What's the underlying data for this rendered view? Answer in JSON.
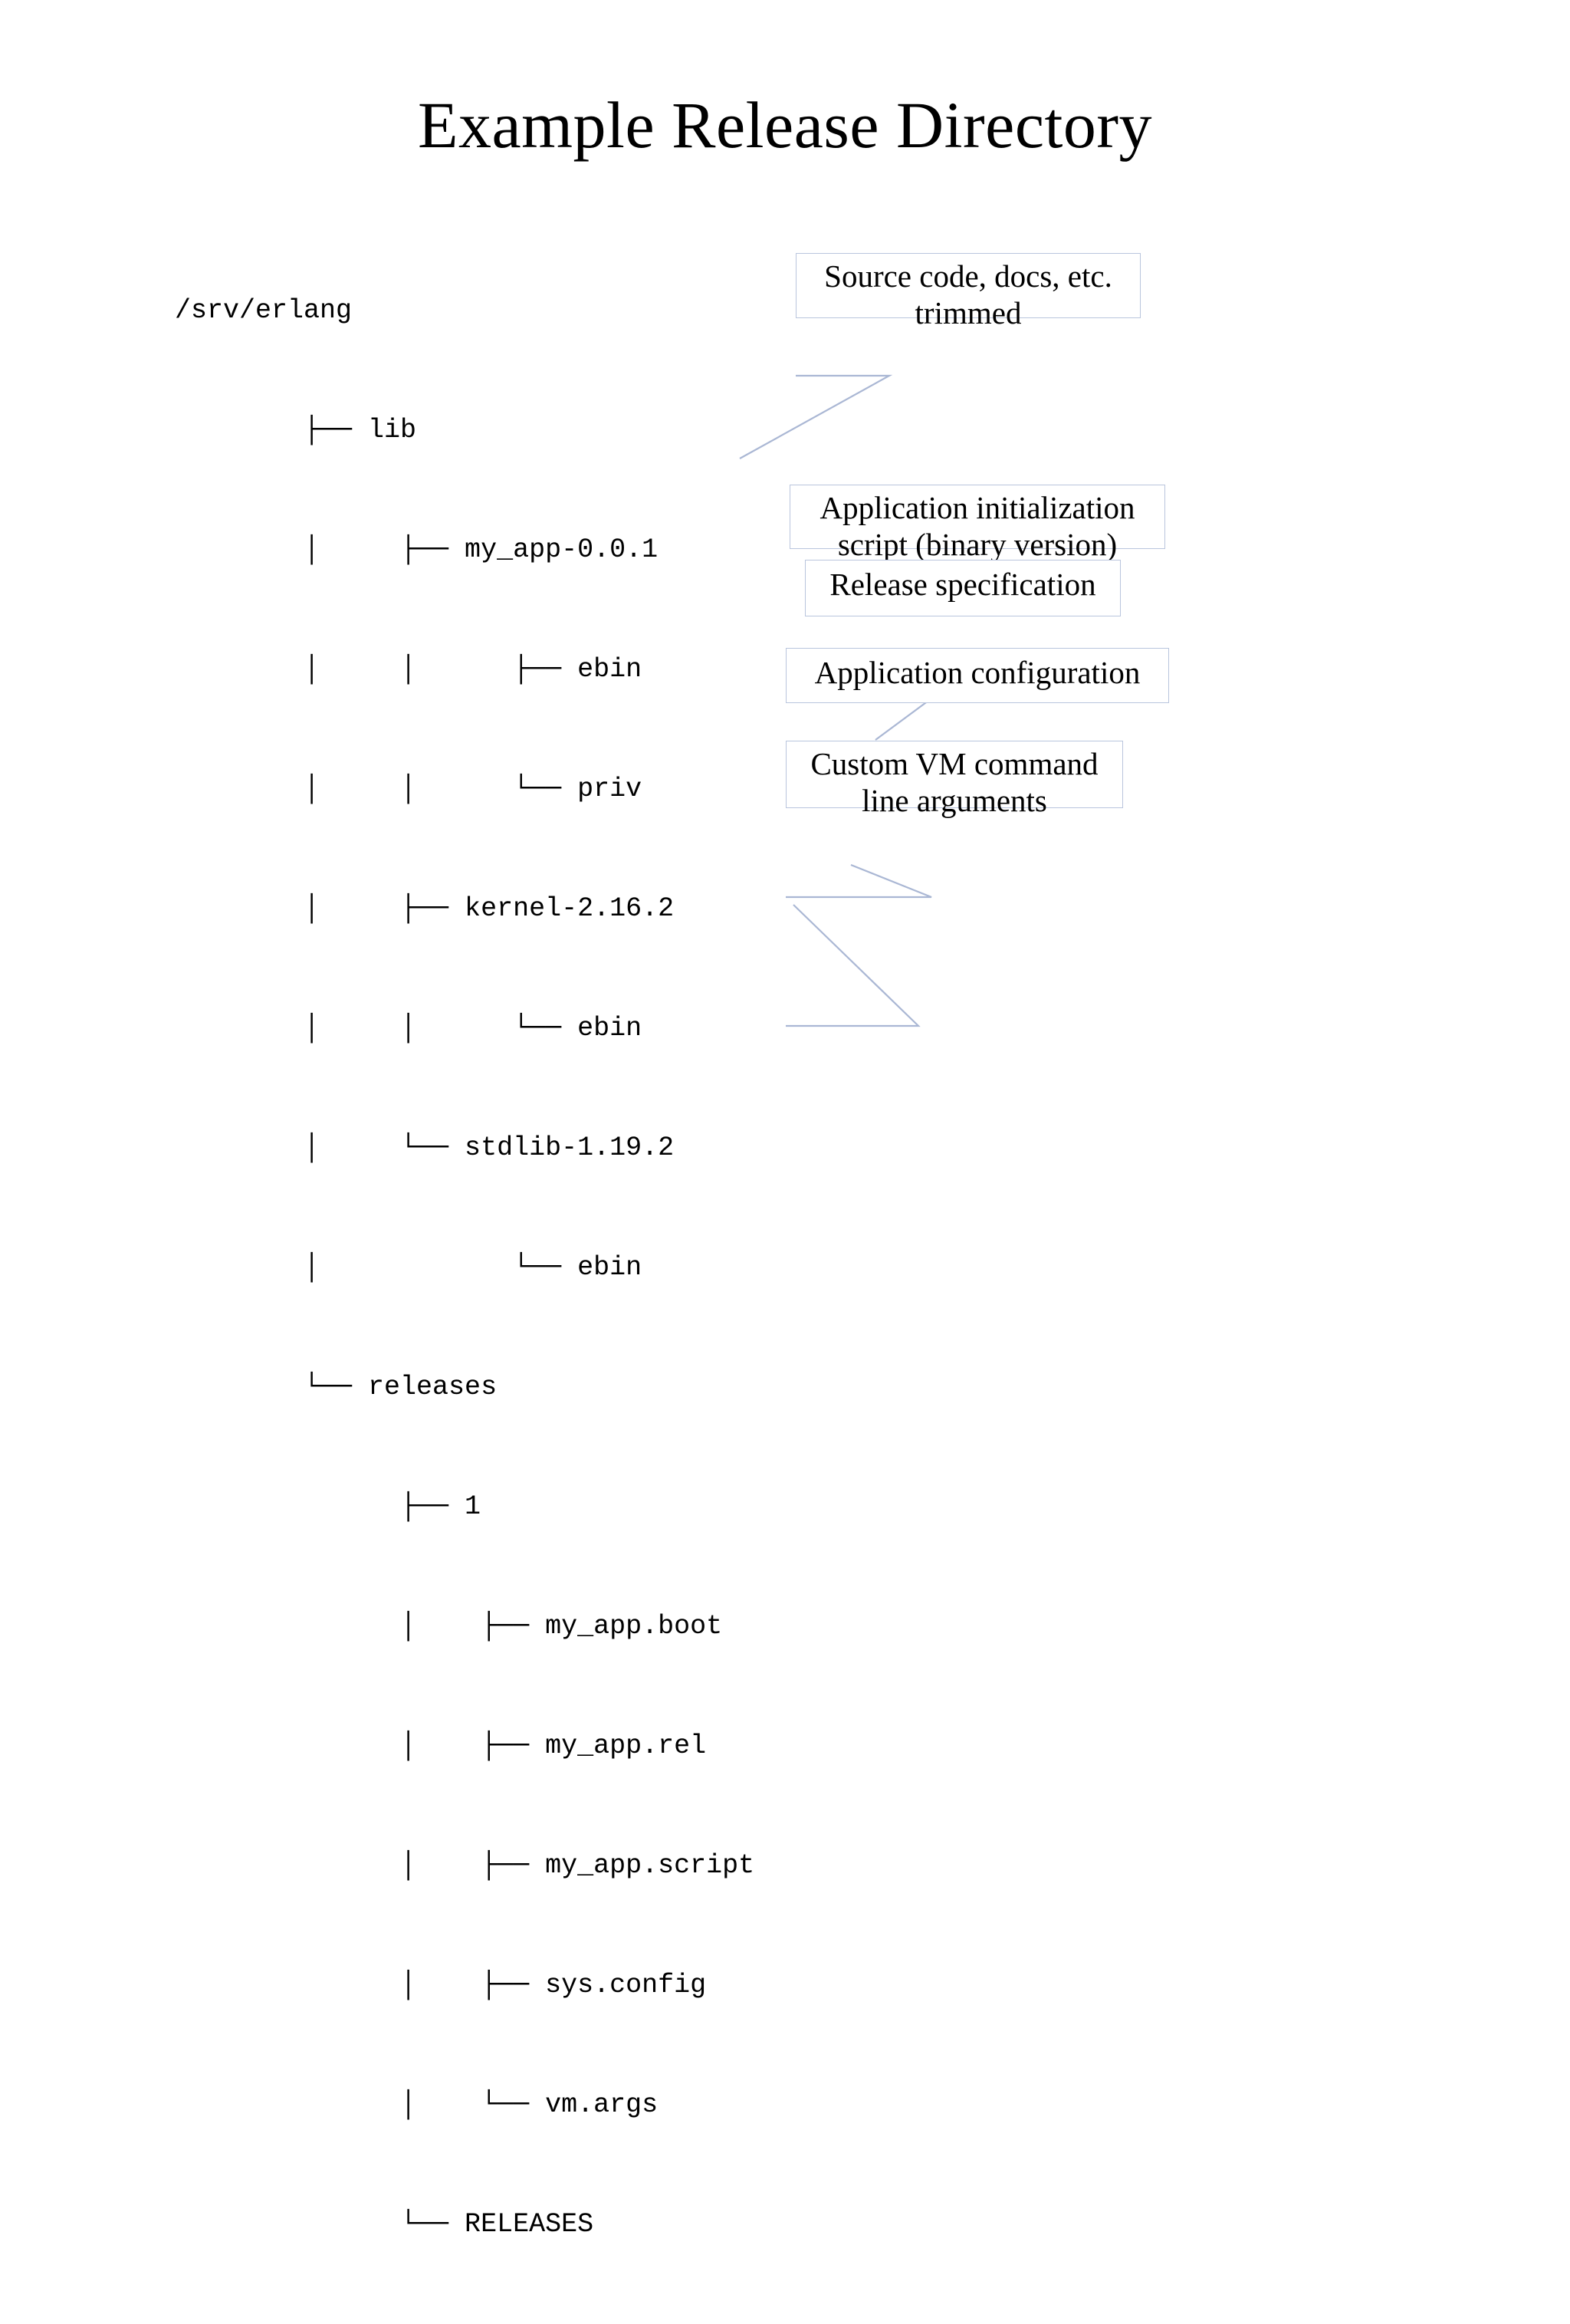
{
  "slide": {
    "title": "Example Release Directory",
    "background_color": "#ffffff",
    "text_color": "#000000"
  },
  "tree": {
    "root_label": "/srv/erlang",
    "lines": [
      "/srv/erlang",
      "        ├── lib",
      "        │     ├── my_app-0.0.1",
      "        │     │      ├── ebin",
      "        │     │      └── priv",
      "        │     ├── kernel-2.16.2",
      "        │     │      └── ebin",
      "        │     └── stdlib-1.19.2",
      "        │            └── ebin",
      "        └── releases",
      "              ├── 1",
      "              │    ├── my_app.boot",
      "              │    ├── my_app.rel",
      "              │    ├── my_app.script",
      "              │    ├── sys.config",
      "              │    └── vm.args",
      "              └── RELEASES"
    ],
    "nodes": [
      {
        "name": "/srv/erlang",
        "depth": 0,
        "type": "directory"
      },
      {
        "name": "lib",
        "depth": 1,
        "type": "directory"
      },
      {
        "name": "my_app-0.0.1",
        "depth": 2,
        "type": "directory"
      },
      {
        "name": "ebin",
        "depth": 3,
        "type": "directory"
      },
      {
        "name": "priv",
        "depth": 3,
        "type": "directory"
      },
      {
        "name": "kernel-2.16.2",
        "depth": 2,
        "type": "directory"
      },
      {
        "name": "ebin",
        "depth": 3,
        "type": "directory"
      },
      {
        "name": "stdlib-1.19.2",
        "depth": 2,
        "type": "directory"
      },
      {
        "name": "ebin",
        "depth": 3,
        "type": "directory"
      },
      {
        "name": "releases",
        "depth": 1,
        "type": "directory"
      },
      {
        "name": "1",
        "depth": 2,
        "type": "directory"
      },
      {
        "name": "my_app.boot",
        "depth": 3,
        "type": "file"
      },
      {
        "name": "my_app.rel",
        "depth": 3,
        "type": "file"
      },
      {
        "name": "my_app.script",
        "depth": 3,
        "type": "file"
      },
      {
        "name": "sys.config",
        "depth": 3,
        "type": "file"
      },
      {
        "name": "vm.args",
        "depth": 3,
        "type": "file"
      },
      {
        "name": "RELEASES",
        "depth": 2,
        "type": "file"
      }
    ]
  },
  "callouts": [
    {
      "id": "source",
      "target": "priv",
      "lines": [
        "Source code, docs, etc.",
        "trimmed"
      ]
    },
    {
      "id": "initscript",
      "target": "my_app.boot",
      "lines": [
        "Application initialization",
        "script (binary version)"
      ]
    },
    {
      "id": "relspec",
      "target": "my_app.rel",
      "lines": [
        "Release specification"
      ]
    },
    {
      "id": "appconfig",
      "target": "sys.config",
      "lines": [
        "Application configuration"
      ]
    },
    {
      "id": "vmargs",
      "target": "vm.args",
      "lines": [
        "Custom VM command",
        "line arguments"
      ]
    }
  ],
  "style": {
    "callout_border_color": "#b9c5dd",
    "leader_line_color": "#aab7d4"
  }
}
